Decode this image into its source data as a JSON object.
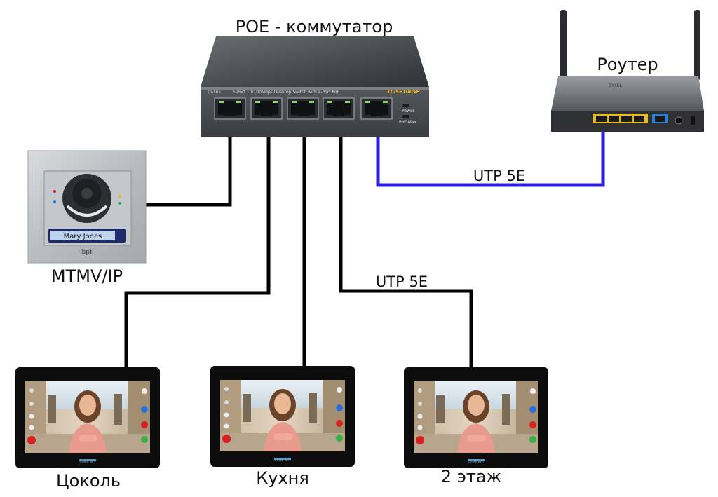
{
  "labels": {
    "switch_title": "POE - коммутатор",
    "router_title": "Роутер",
    "panel_title": "MTMV/IP",
    "cable_router": "UTP 5E",
    "cable_monitor": "UTP 5E",
    "monitor_1": "Цоколь",
    "monitor_2": "Кухня",
    "monitor_3": "2 этаж"
  },
  "switch": {
    "brand": "tp-link",
    "description": "5-Port 10/100Mbps Desktop Switch with 4-Port PoE",
    "model": "TL-SF1005P",
    "led_power": "Power",
    "led_poe_max": "PoE Max"
  },
  "router": {
    "brand": "ZYXEL"
  },
  "panel": {
    "nameplate": "Mary Jones",
    "logo": "bpt"
  },
  "monitor": {
    "brand": "CAME BPT"
  },
  "colors": {
    "cable_poe": "#000000",
    "cable_uplink": "#2a1fd6",
    "switch_body": "#4a4d52",
    "monitor_bezel": "#0c0c0c"
  }
}
